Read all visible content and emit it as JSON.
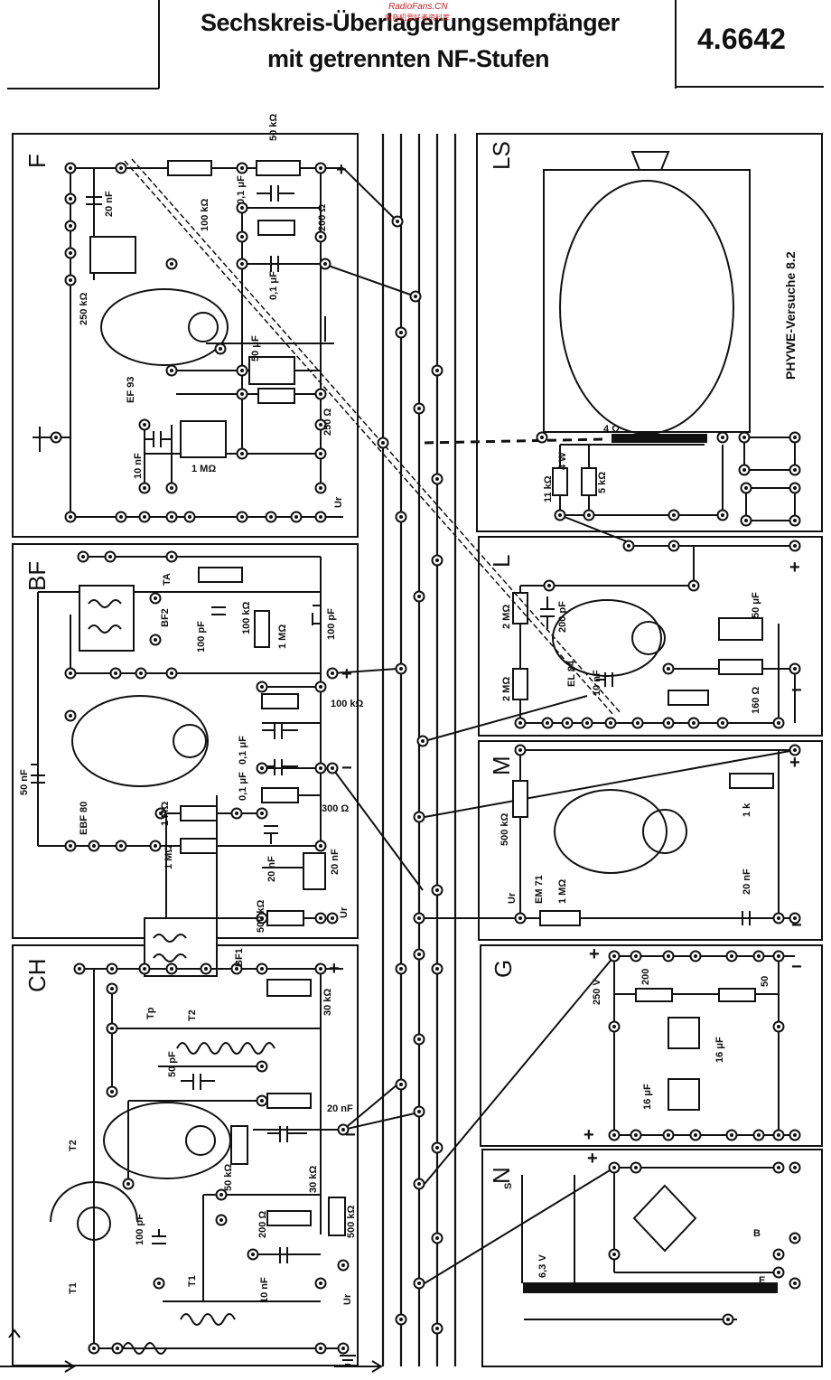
{
  "header": {
    "title_line1": "Sechskreis-Überlagerungsempfänger",
    "title_line2": "mit getrennten NF-Stufen",
    "number": "4.6642",
    "watermark": "RadioFans.CN",
    "watermark_sub": "收音机爱好者资料库"
  },
  "modules": {
    "F": "F",
    "BF": "BF",
    "CH": "CH",
    "LS": "LS",
    "L": "L",
    "M": "M",
    "G": "G",
    "Ns": "N",
    "Ns_sub": "S"
  },
  "side_text": "PHYWE-Versuche 8.2",
  "labels": {
    "f_20nF": "20 nF",
    "f_100k": "100 kΩ",
    "f_50k": "50 kΩ",
    "f_01uF_a": "0,1 μF",
    "f_200": "200 Ω",
    "f_01uF_b": "0,1 μF",
    "f_250k": "250 kΩ",
    "f_EF93": "EF 93",
    "f_50uF": "50 μF",
    "f_250": "250 Ω",
    "f_10nF": "10 nF",
    "f_1M": "1 MΩ",
    "f_Ur": "Ur",
    "bf_TA": "TA",
    "bf_BF2": "BF2",
    "bf_100pF_a": "100 pF",
    "bf_100k": "100 kΩ",
    "bf_1M": "1 MΩ",
    "bf_100pF_b": "100 pF",
    "bf_01uF_a": "0,1 μF",
    "bf_100k_b": "100 kΩ",
    "bf_01uF_b": "0,1 μF",
    "bf_300": "300 Ω",
    "bf_50nF": "50 nF",
    "bf_EBF80": "EBF 80",
    "bf_1M_a": "1 MΩ",
    "bf_1M_b": "1 MΩ",
    "bf_20nF_a": "20 nF",
    "bf_20nF_b": "20 nF",
    "bf_500k": "500 kΩ",
    "bf_Ur": "Ur",
    "bf_BF1": "BF1",
    "ch_30k_a": "30 kΩ",
    "ch_Tp": "Tp",
    "ch_T2p": "T2",
    "ch_50pF": "50 pF",
    "ch_20nF": "20 nF",
    "ch_50k": "50 kΩ",
    "ch_30k_b": "30 kΩ",
    "ch_T2": "T2",
    "ch_100pF": "100 pF",
    "ch_200": "200 Ω",
    "ch_500k": "500 kΩ",
    "ch_T1": "T1",
    "ch_T1b": "T1",
    "ch_10nF": "10 nF",
    "ch_Ur": "Ur",
    "ls_4": "4 Ω",
    "ls_11k": "11 kΩ",
    "ls_4W": "4 W",
    "ls_5k": "5 kΩ",
    "l_2M_a": "2 MΩ",
    "l_200pF": "200 pF",
    "l_EL84": "EL 84",
    "l_2M_b": "2 MΩ",
    "l_10nF": "10 nF",
    "l_50uF": "50 μF",
    "l_160": "160 Ω",
    "m_500k": "500 kΩ",
    "m_EM71": "EM 71",
    "m_1M": "1 MΩ",
    "m_1k": "1 k",
    "m_20nF": "20 nF",
    "m_Ur": "Ur",
    "g_250V": "250 V",
    "g_200": "200",
    "g_50": "50",
    "g_16uF_a": "16 μF",
    "g_16uF_b": "16 μF",
    "ns_63V": "6,3 V",
    "ns_B": "B",
    "ns_E": "E",
    "plus": "+",
    "minus": "−"
  },
  "colors": {
    "ink": "#111111",
    "paper": "#ffffff",
    "watermark": "#cc2222"
  }
}
